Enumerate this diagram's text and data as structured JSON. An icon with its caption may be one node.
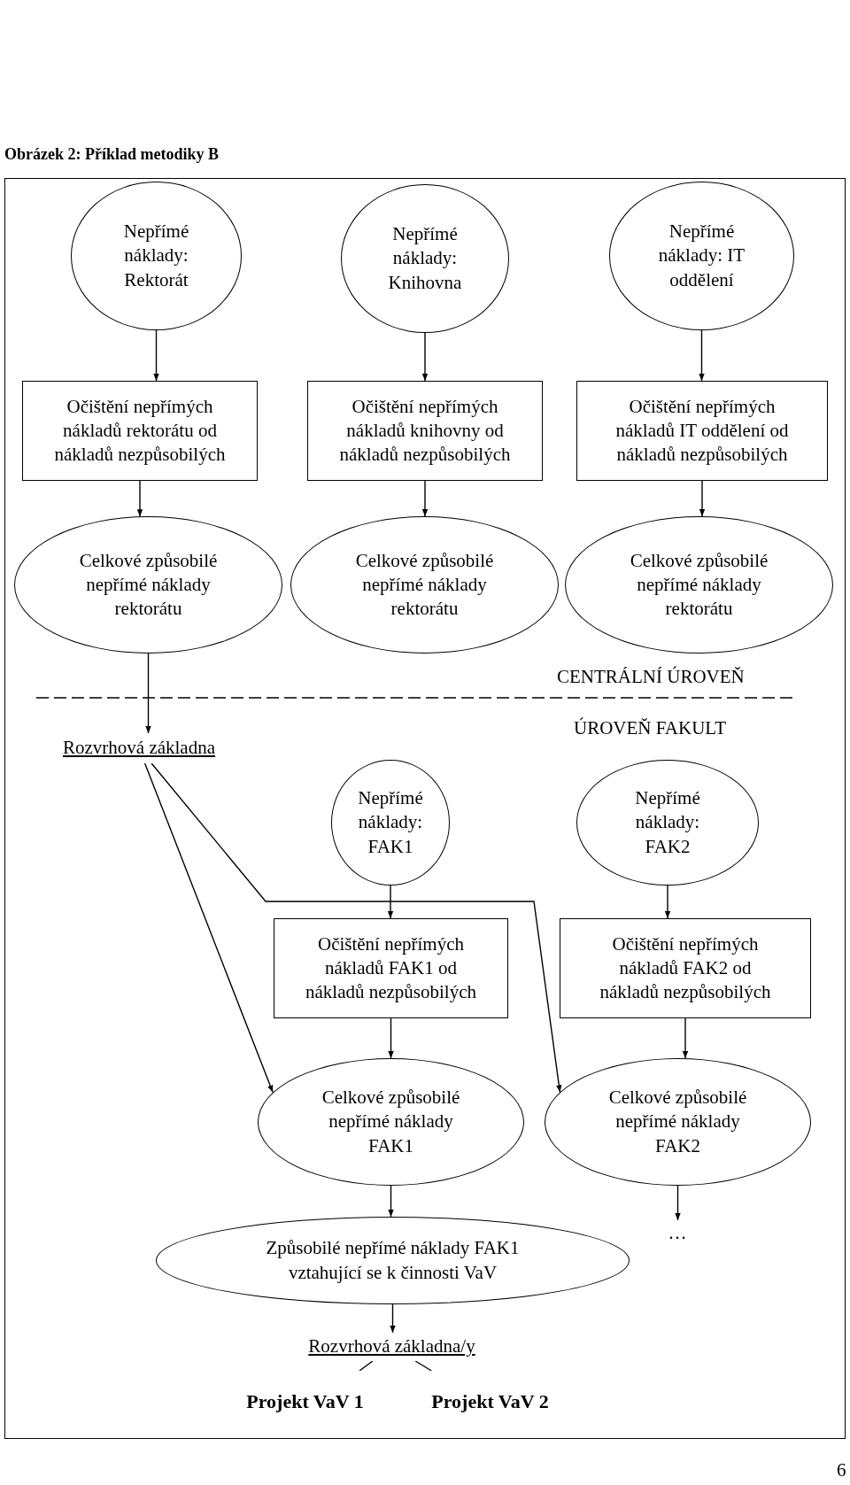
{
  "diagram": {
    "title": "Obrázek 2: Příklad metodiky B",
    "nodes": [
      {
        "text": [
          "Nepřímé náklady: Rektorát"
        ]
      },
      {
        "text": [
          "Nepřímé náklady: Knihovna"
        ]
      },
      {
        "text": [
          "Nepřímé náklady: IT oddělení"
        ]
      },
      {
        "text": [
          "Očištění nepřímých nákladů rektorátu od nákladů nezpůsobilých"
        ]
      },
      {
        "text": [
          "Očištění nepřímých nákladů knihovny od nákladů nezpůsobilých"
        ]
      },
      {
        "text": [
          "Očištění nepřímých nákladů IT oddělení od nákladů nezpůsobilých"
        ]
      },
      {
        "text": [
          "Celkové způsobilé nepřímé náklady rektorátu"
        ]
      },
      {
        "text": [
          "Celkové způsobilé nepřímé náklady rektorátu"
        ]
      },
      {
        "text": [
          "Celkové způsobilé nepřímé náklady rektorátu"
        ]
      },
      {
        "text": [
          "Rozvrhová základna"
        ]
      },
      {
        "text": [
          "Nepřímé náklady: FAK1"
        ]
      },
      {
        "text": [
          "Nepřímé náklady: FAK2"
        ]
      },
      {
        "text": [
          "Očištění nepřímých nákladů FAK1 od nákladů nezpůsobilých"
        ]
      },
      {
        "text": [
          "Očištění nepřímých nákladů FAK2 od nákladů nezpůsobilých"
        ]
      },
      {
        "text": [
          "Celkové způsobilé nepřímé náklady FAK1"
        ]
      },
      {
        "text": [
          "Celkové způsobilé nepřímé náklady FAK2"
        ]
      },
      {
        "text": [
          "Způsobilé nepřímé náklady FAK1 vztahující se k činnosti VaV"
        ]
      },
      {
        "text": [
          "…"
        ]
      },
      {
        "text": [
          "Rozvrhová základna/y"
        ]
      },
      {
        "text": [
          "Projekt VaV 1"
        ]
      },
      {
        "text": [
          "Projekt VaV 2"
        ]
      }
    ],
    "edges": [
      {
        "from": 0,
        "to": 3,
        "arrow": "to"
      },
      {
        "from": 1,
        "to": 4,
        "arrow": "to"
      },
      {
        "from": 2,
        "to": 5,
        "arrow": "to"
      },
      {
        "from": 3,
        "to": 6,
        "arrow": "to"
      },
      {
        "from": 4,
        "to": 7,
        "arrow": "to"
      },
      {
        "from": 5,
        "to": 8,
        "arrow": "to"
      },
      {
        "from": 6,
        "to": 9,
        "arrow": "to"
      },
      {
        "from": 9,
        "to": 14,
        "arrow": "to"
      },
      {
        "from": 9,
        "to": 15,
        "arrow": "to"
      },
      {
        "from": 10,
        "to": 12,
        "arrow": "to"
      },
      {
        "from": 11,
        "to": 13,
        "arrow": "to"
      },
      {
        "from": 12,
        "to": 14,
        "arrow": "to"
      },
      {
        "from": 13,
        "to": 15,
        "arrow": "to"
      },
      {
        "from": 14,
        "to": 16,
        "arrow": "to"
      },
      {
        "from": 15,
        "to": 17,
        "arrow": "to"
      },
      {
        "from": 16,
        "to": 18,
        "arrow": "to"
      },
      {
        "from": 18,
        "to": 19,
        "arrow": "none"
      },
      {
        "from": 18,
        "to": 20,
        "arrow": "none"
      }
    ],
    "labels": [
      "CENTRÁLNÍ ÚROVEŇ",
      "ÚROVEŇ FAKULT",
      "6"
    ]
  }
}
